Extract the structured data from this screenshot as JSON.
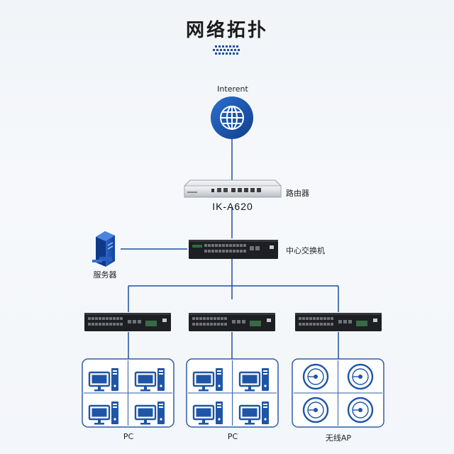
{
  "title": "网络拓扑",
  "internet": {
    "label": "Interent"
  },
  "router": {
    "label": "路由器",
    "model": "IK-A620"
  },
  "core_switch": {
    "label": "中心交换机"
  },
  "server": {
    "label": "服务器"
  },
  "groups": [
    {
      "label": "PC",
      "device": "pc-icon"
    },
    {
      "label": "PC",
      "device": "pc-icon"
    },
    {
      "label": "无线AP",
      "device": "wireless-ap-icon"
    }
  ],
  "colors": {
    "line": "#1e4f9c",
    "switch": "#1e1f22",
    "icon": "#1f55a6",
    "box": "#2e5ea8"
  }
}
